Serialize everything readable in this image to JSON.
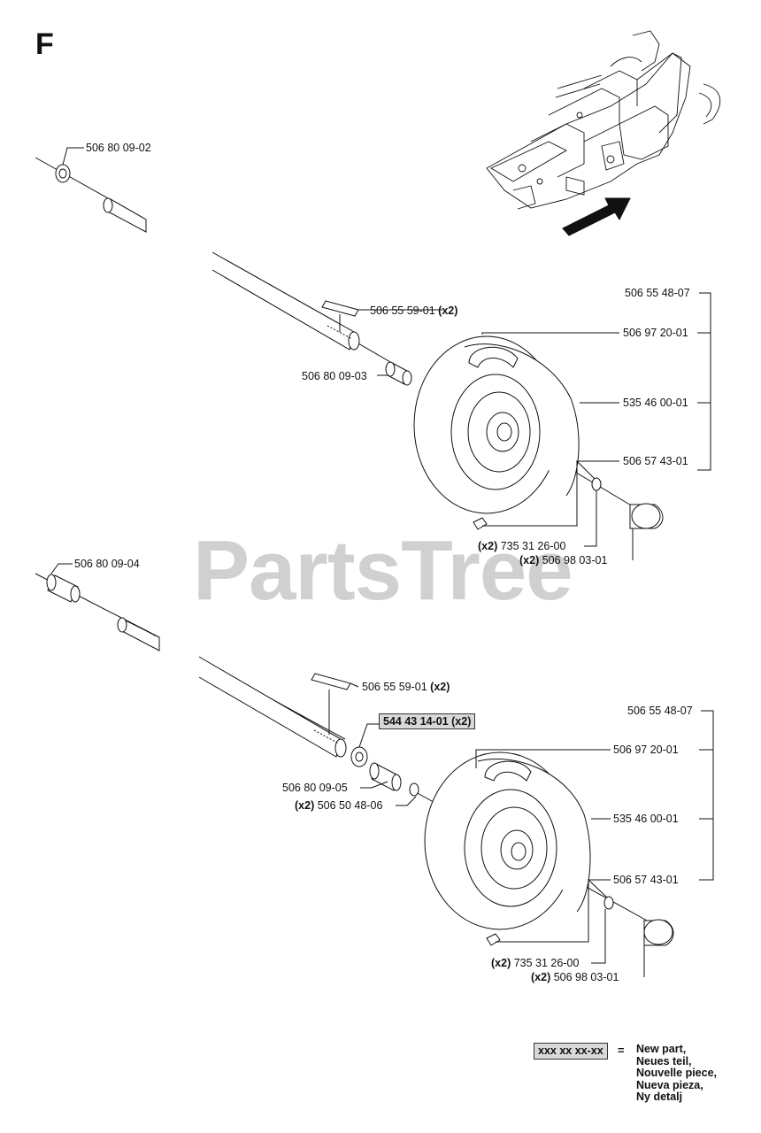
{
  "section_letter": "F",
  "watermark": "PartsTree",
  "labels": {
    "top_shaft_end": "506 80 09-02",
    "top_key": "506 55 59-01",
    "top_key_qty": "(x2)",
    "top_wheel_assembly": "506 55 48-07",
    "top_valve_stem": "506 97 20-01",
    "top_spacer": "506 80 09-03",
    "top_tire": "535 46 00-01",
    "top_bearing": "506 57 43-01",
    "top_fitting_qty": "(x2)",
    "top_fitting": "735 31 26-00",
    "top_cap_qty": "(x2)",
    "top_cap": "506 98 03-01",
    "bottom_shaft_end": "506 80 09-04",
    "bottom_key": "506 55 59-01",
    "bottom_key_qty": "(x2)",
    "bottom_new_washer": "544 43 14-01 (x2)",
    "bottom_wheel_assembly": "506 55 48-07",
    "bottom_valve_stem": "506 97 20-01",
    "bottom_spacer": "506 80 09-05",
    "bottom_washer_qty": "(x2)",
    "bottom_washer": "506 50 48-06",
    "bottom_tire": "535 46 00-01",
    "bottom_bearing": "506 57 43-01",
    "bottom_fitting_qty": "(x2)",
    "bottom_fitting": "735 31 26-00",
    "bottom_cap_qty": "(x2)",
    "bottom_cap": "506 98 03-01"
  },
  "legend": {
    "code": "xxx xx xx-xx",
    "equals": "=",
    "lines": [
      "New part,",
      "Neues teil,",
      "Nouvelle piece,",
      "Nueva pieza,",
      "Ny detalj"
    ]
  },
  "colors": {
    "line": "#111111",
    "highlight": "#d9d9d9",
    "watermark": "#c8c8c8"
  }
}
